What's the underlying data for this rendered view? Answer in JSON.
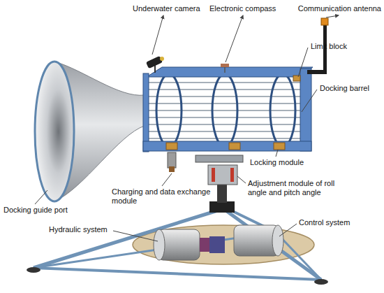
{
  "diagram": {
    "labels": [
      "Underwater camera",
      "Electronic compass",
      "Communication antenna",
      "Limit block",
      "Docking barrel",
      "Locking module",
      "Adjustment module of roll angle and pitch angle",
      "Charging and data exchange module",
      "Docking guide port",
      "Hydraulic system",
      "Control system"
    ]
  }
}
